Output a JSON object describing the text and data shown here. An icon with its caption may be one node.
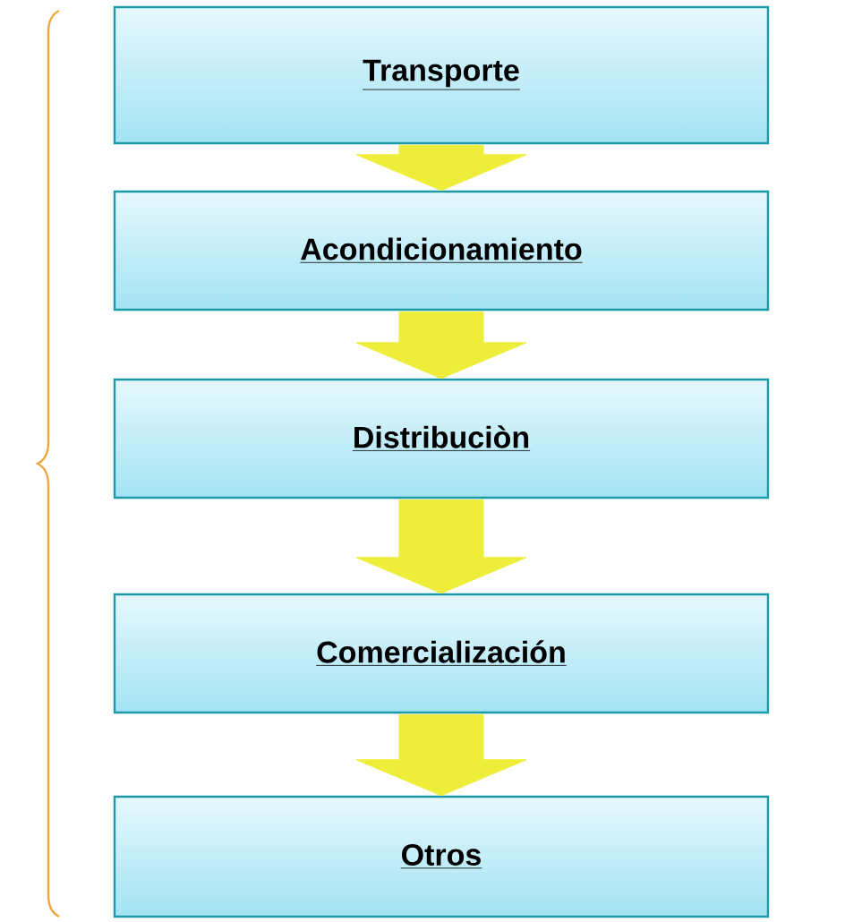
{
  "diagram": {
    "nodes": [
      {
        "text": [
          "Transporte"
        ]
      },
      {
        "text": [
          "Acondicionamiento"
        ]
      },
      {
        "text": [
          "Distribuciòn"
        ]
      },
      {
        "text": [
          "Comercialización"
        ]
      },
      {
        "text": [
          "Otros"
        ]
      }
    ],
    "edges": [
      {
        "from": 0,
        "to": 1,
        "arrow": "to"
      },
      {
        "from": 1,
        "to": 2,
        "arrow": "to"
      },
      {
        "from": 2,
        "to": 3,
        "arrow": "to"
      },
      {
        "from": 3,
        "to": 4,
        "arrow": "to"
      }
    ]
  }
}
